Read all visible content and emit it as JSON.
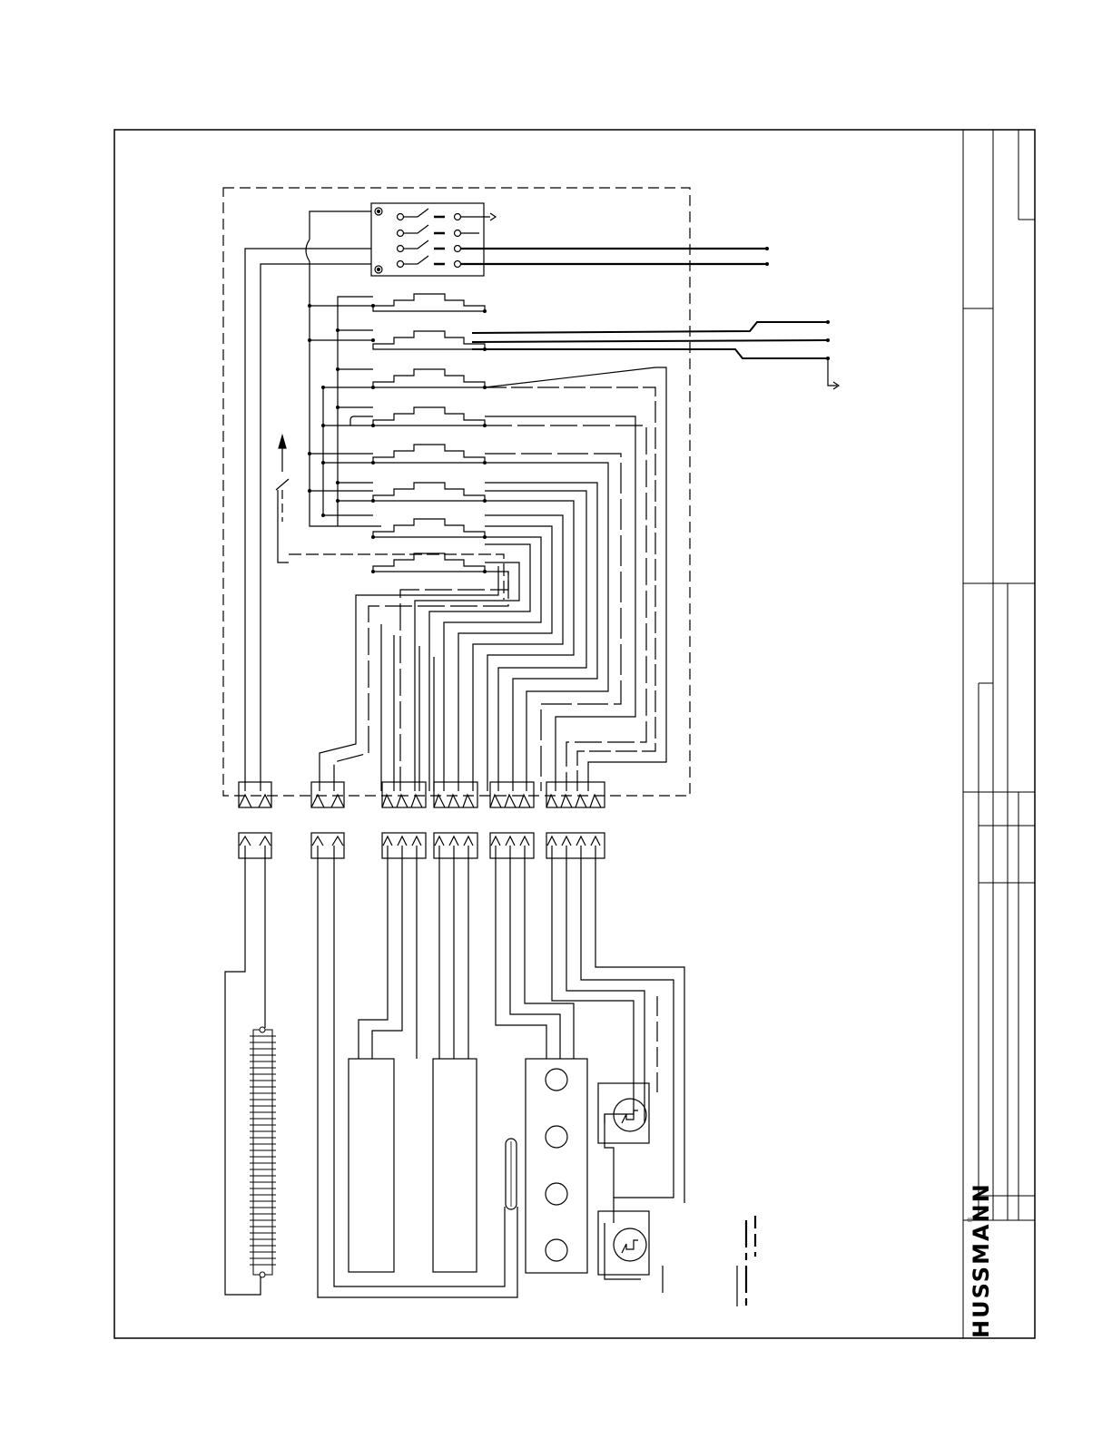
{
  "title_block": {
    "brand": "HUSSMANN",
    "registered_mark": "®"
  },
  "colors": {
    "ink": "#000000",
    "paper": "#ffffff"
  },
  "legend": {
    "line_styles": [
      "solid",
      "dash-dot",
      "dashed"
    ]
  }
}
